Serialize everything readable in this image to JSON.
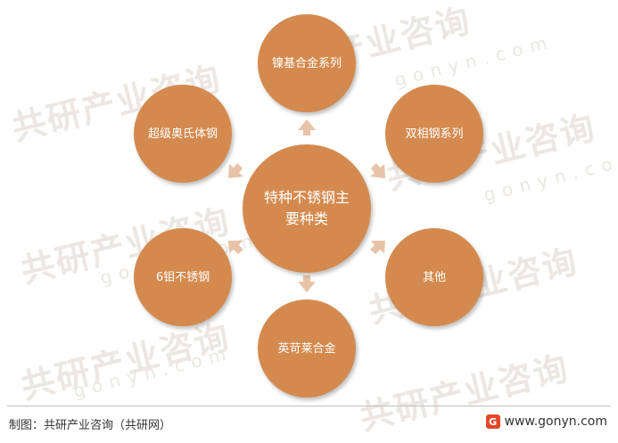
{
  "watermark": {
    "cn": "共研产业咨询",
    "en": "gonyn.com"
  },
  "center": {
    "label": "特种不锈钢主要种类"
  },
  "nodes": [
    {
      "label": "镍基合金系列"
    },
    {
      "label": "双相钢系列"
    },
    {
      "label": "其他"
    },
    {
      "label": "英苛莱合金"
    },
    {
      "label": "6钼不锈钢"
    },
    {
      "label": "超级奥氏体钢"
    }
  ],
  "footer": {
    "source": "制图：共研产业咨询（共研网）",
    "site": "www.gonyn.com",
    "logo_mark": "G"
  },
  "colors": {
    "node": "#d48a4e",
    "arrow": "#e8c3a8",
    "watermark": "#ece7e2"
  }
}
